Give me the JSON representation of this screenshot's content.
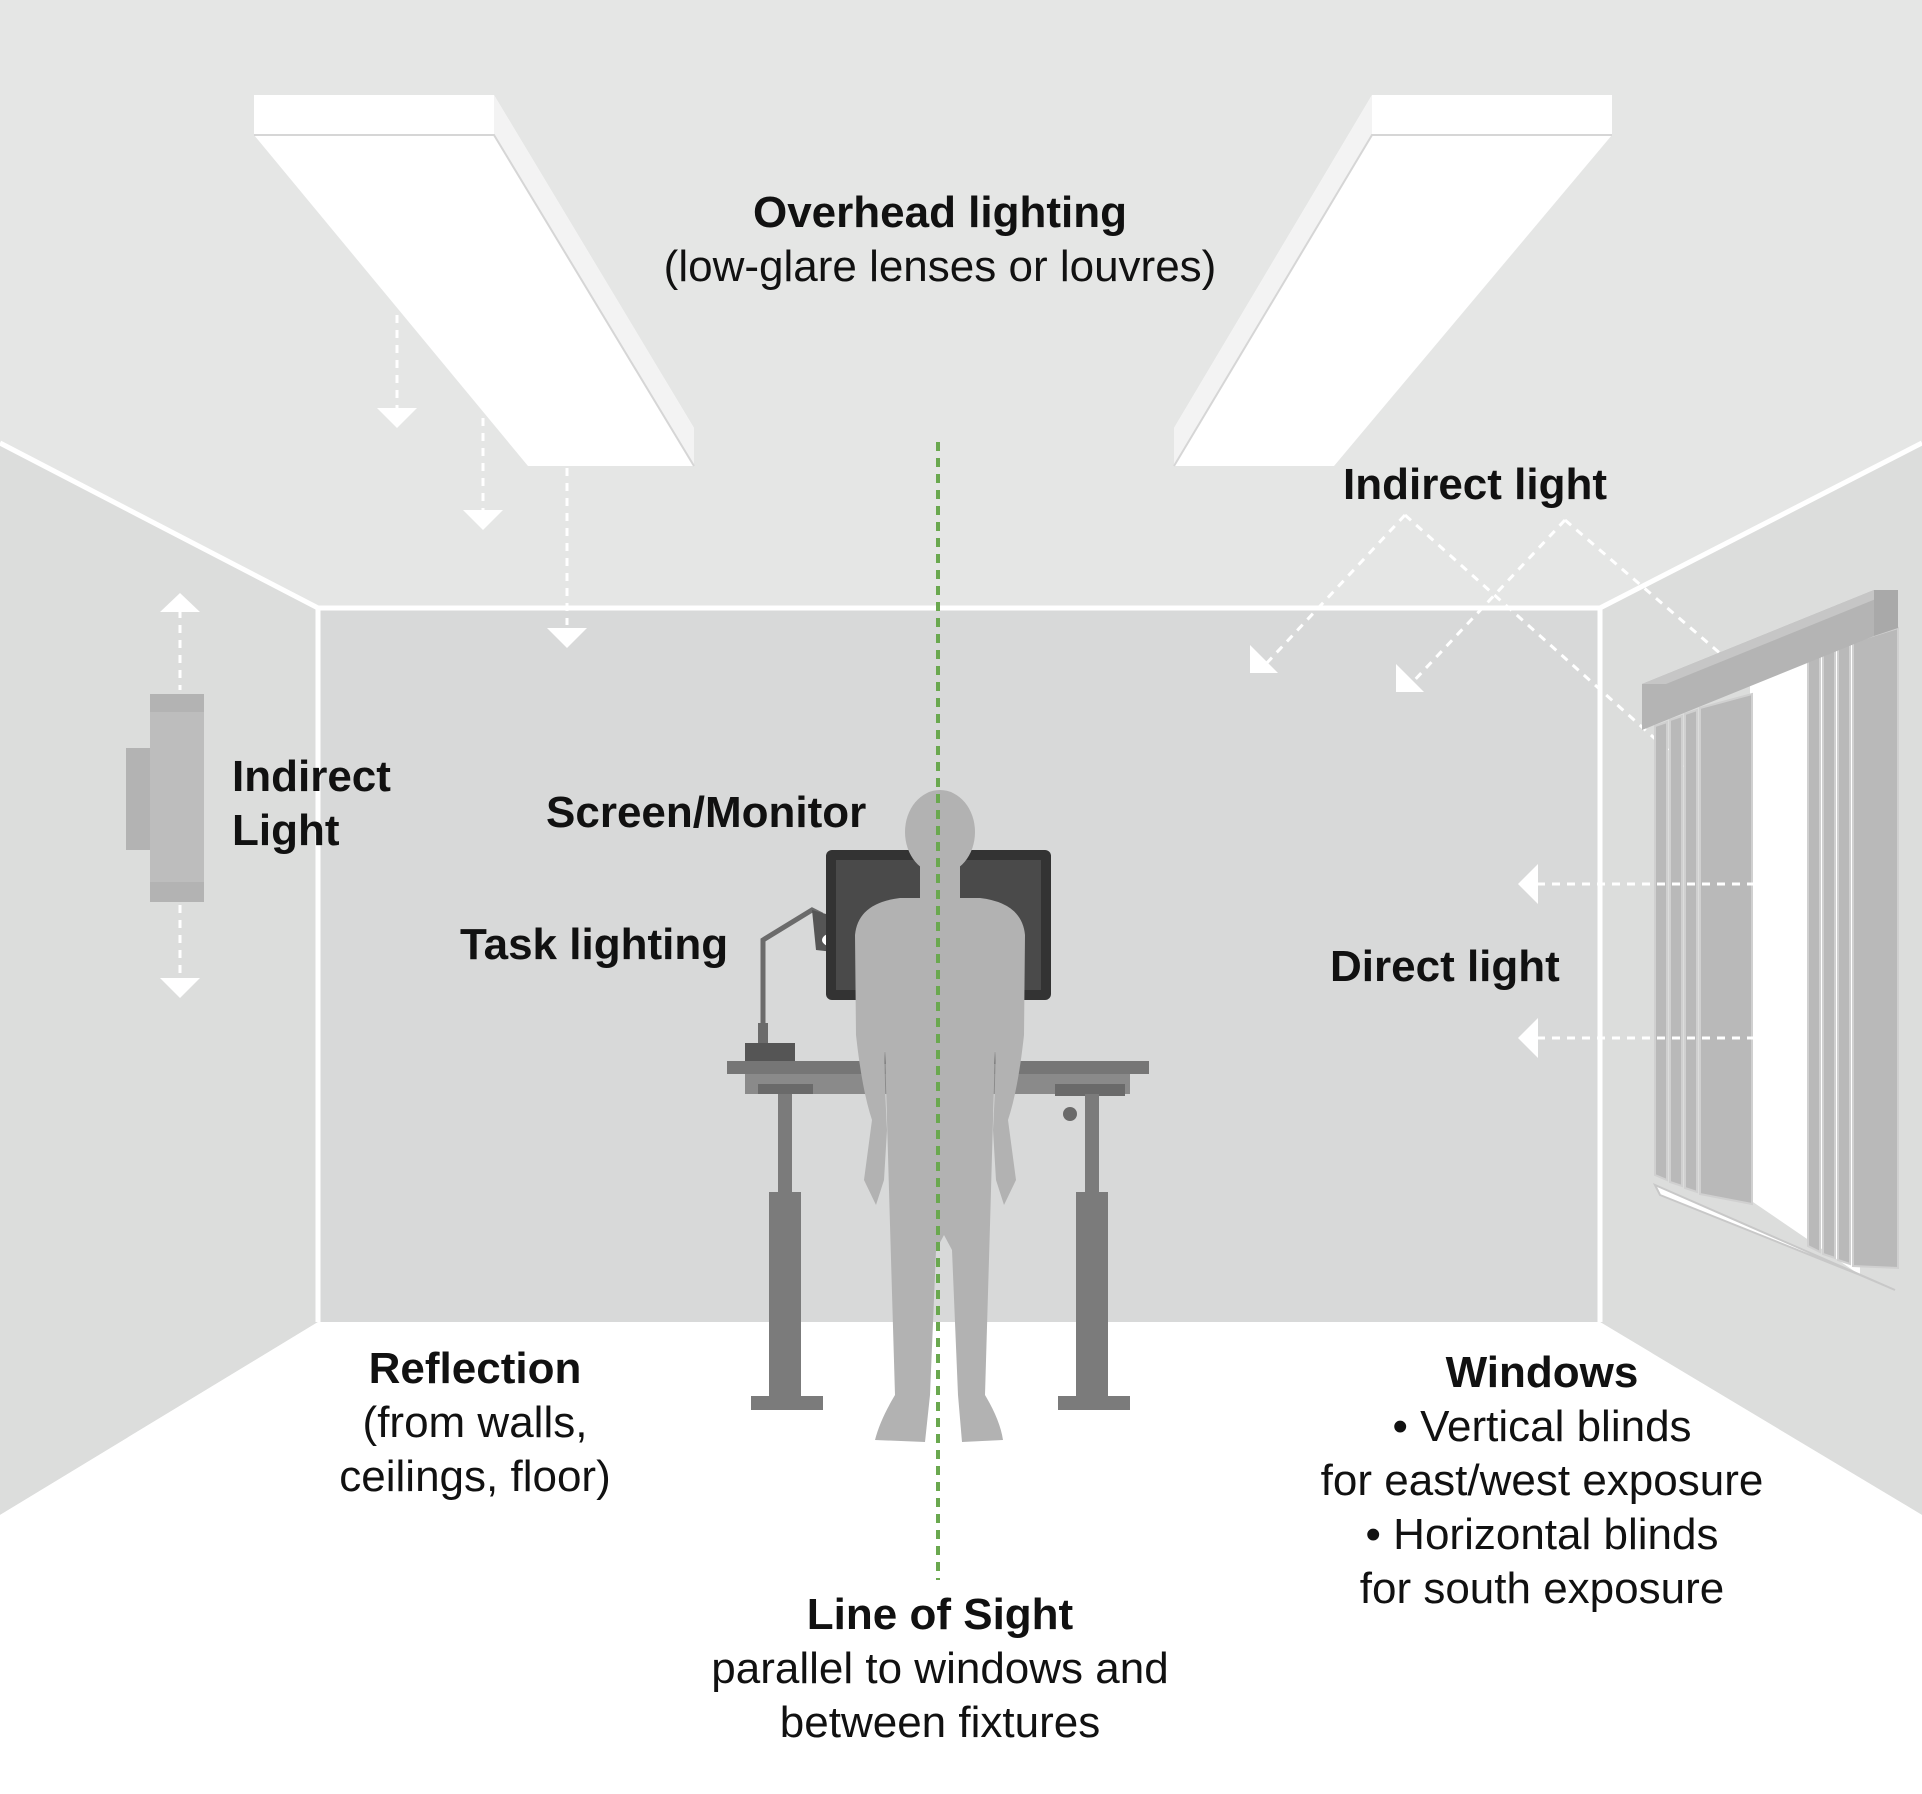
{
  "labels": {
    "overhead": {
      "title": "Overhead lighting",
      "sub": "(low-glare lenses or louvres)"
    },
    "indirect_right": {
      "title": "Indirect light"
    },
    "indirect_left": {
      "line1": "Indirect",
      "line2": "Light"
    },
    "screen": {
      "title": "Screen/Monitor"
    },
    "task": {
      "title": "Task lighting"
    },
    "direct": {
      "title": "Direct light"
    },
    "reflection": {
      "title": "Reflection",
      "line1": "(from walls,",
      "line2": "ceilings, floor)"
    },
    "windows": {
      "title": "Windows",
      "line1": "• Vertical blinds",
      "line2": "for east/west exposure",
      "line3": "• Horizontal blinds",
      "line4": "for south exposure"
    },
    "sight": {
      "title": "Line of Sight",
      "line1": "parallel to windows and",
      "line2": "between fixtures"
    }
  },
  "colors": {
    "ceiling": "#e5e6e5",
    "side_wall": "#dcdddc",
    "back_wall": "#d8d9d9",
    "floor": "#ffffff",
    "fixture": "#ffffff",
    "desk": "#7b7b7b",
    "monitor": "#444444",
    "person": "#b2b2b2",
    "blinds": "#b9b9b9",
    "sight_line": "#6aa84f",
    "arrow": "#ffffff"
  }
}
